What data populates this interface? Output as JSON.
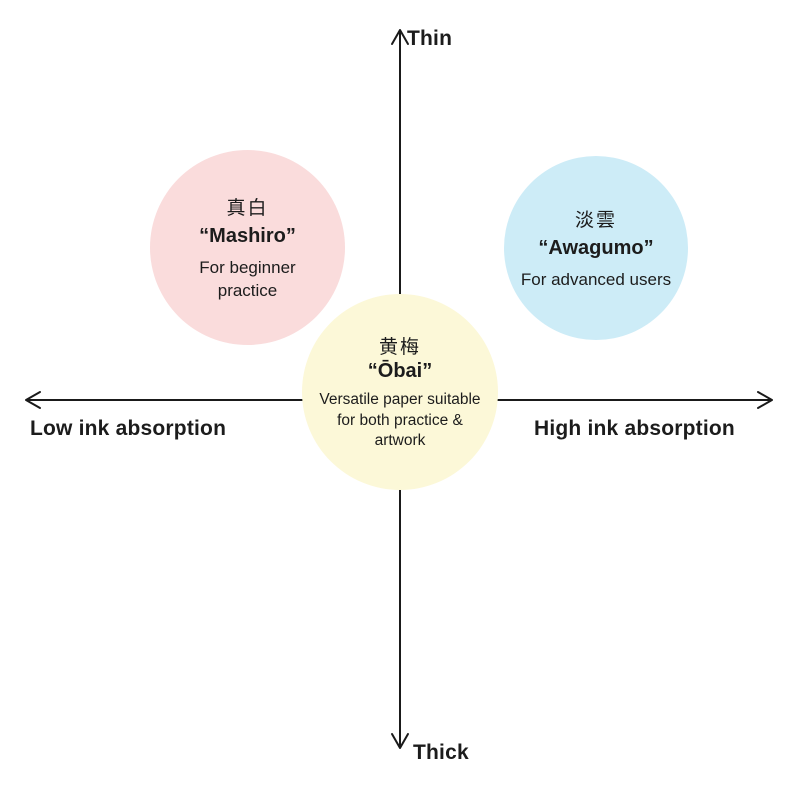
{
  "colors": {
    "background": "#ffffff",
    "axis": "#1a1a1a",
    "text": "#1c1c1c"
  },
  "diagram": {
    "type": "quadrant",
    "axes": {
      "top_label": "Thin",
      "bottom_label": "Thick",
      "left_label": "Low ink absorption",
      "right_label": "High ink absorption"
    },
    "circles": [
      {
        "id": "mashiro",
        "kanji": "真白",
        "name": "“Mashiro”",
        "description": "For beginner practice",
        "color": "#fadcdc",
        "quadrant": "thin / low ink absorption"
      },
      {
        "id": "awagumo",
        "kanji": "淡雲",
        "name": "“Awagumo”",
        "description": "For advanced users",
        "color": "#cdecf7",
        "quadrant": "thin / high ink absorption"
      },
      {
        "id": "obai",
        "kanji": "黄梅",
        "name": "“Ōbai”",
        "description": "Versatile paper suitable for both practice & artwork",
        "color": "#fcf8d8",
        "quadrant": "center"
      }
    ]
  }
}
